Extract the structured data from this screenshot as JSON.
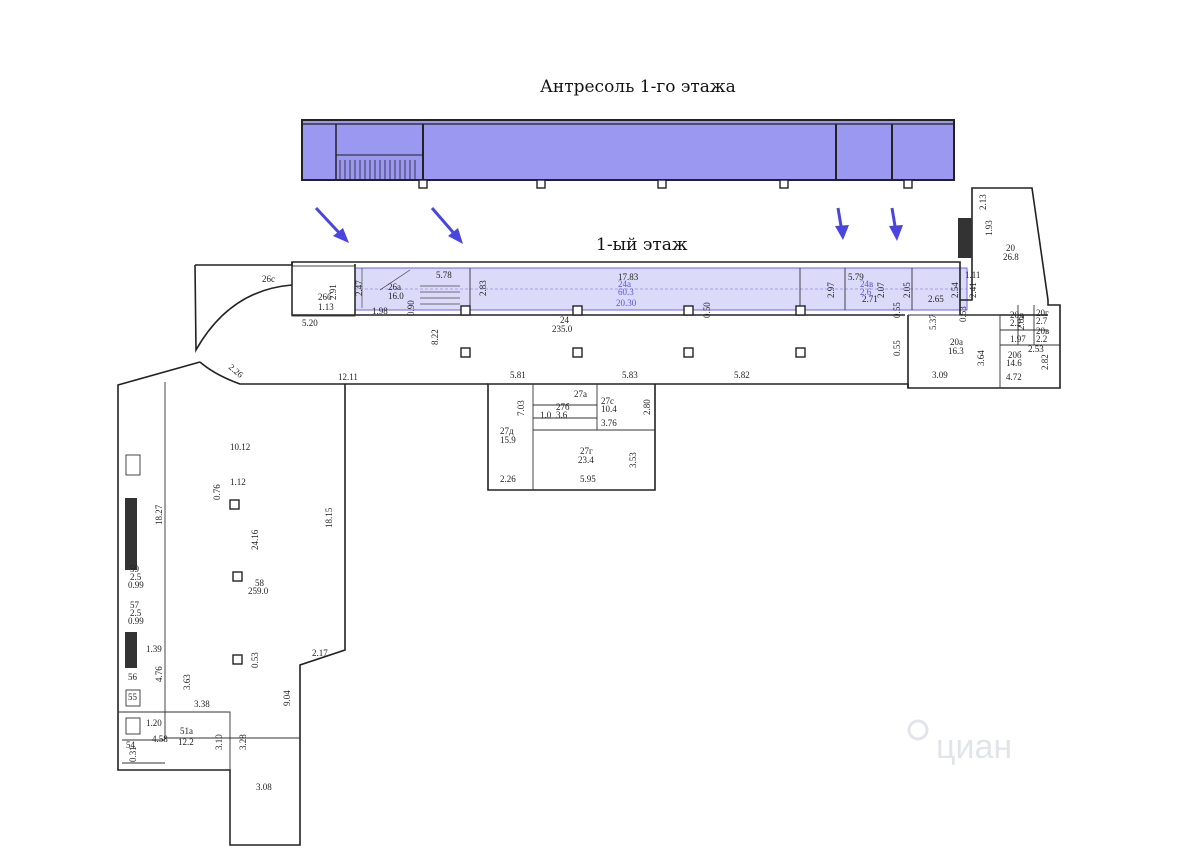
{
  "titles": {
    "mezzanine": "Антресоль 1-го этажа",
    "first_floor": "1-ый этаж"
  },
  "colors": {
    "mezzanine_fill": "#9b98f2",
    "corridor_highlight": "#dcdaf9",
    "arrow": "#4b45e0",
    "walls": "#222222"
  },
  "watermark": "циан",
  "corridor_labels": [
    "24а",
    "60.3",
    "20.30",
    "24в",
    "2.6"
  ],
  "dimension_labels": [
    "26с",
    "5.78",
    "2.47",
    "26а",
    "16.0",
    "2.91",
    "26б",
    "1.13",
    "5.20",
    "1.98",
    "0.90",
    "2.83",
    "17.83",
    "5.79",
    "2.97",
    "2.71",
    "2.07",
    "2.05",
    "2.65",
    "2.54",
    "2.41",
    "1.11",
    "2.13",
    "1.93",
    "20",
    "26.8",
    "0.50",
    "24",
    "235.0",
    "8.22",
    "0.55",
    "5.37",
    "0.53",
    "0.55",
    "20д",
    "2.2",
    "2.02",
    "20г",
    "2.7",
    "20в",
    "2.2",
    "1.97",
    "2.53",
    "20а",
    "16.3",
    "3.64",
    "20б",
    "14.6",
    "2.82",
    "3.09",
    "4.72",
    "2.26",
    "12.11",
    "5.81",
    "5.83",
    "5.82",
    "27а",
    "7.03",
    "27б",
    "3.6",
    "1.0",
    "27с",
    "10.4",
    "2.80",
    "3.76",
    "27д",
    "15.9",
    "27г",
    "23.4",
    "3.53",
    "2.26",
    "5.95",
    "10.12",
    "1.12",
    "0.76",
    "18.27",
    "24.16",
    "18.15",
    "58",
    "259.0",
    "59",
    "2.5",
    "0.99",
    "57",
    "2.5",
    "0.99",
    "1.39",
    "2.17",
    "0.53",
    "56",
    "4.76",
    "55",
    "3.63",
    "9.04",
    "3.38",
    "1.20",
    "51а",
    "12.2",
    "3.10",
    "3.28",
    "54",
    "4.58",
    "0.31",
    "3.08"
  ]
}
